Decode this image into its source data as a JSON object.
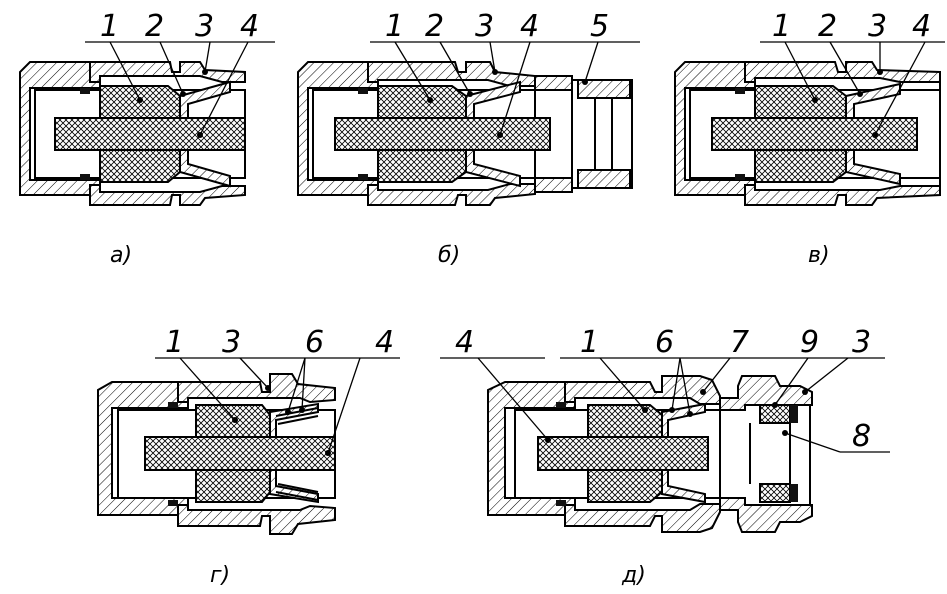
{
  "figures": [
    {
      "id": "a",
      "caption": "а)",
      "callouts": [
        "1",
        "2",
        "3",
        "4"
      ]
    },
    {
      "id": "b",
      "caption": "б)",
      "callouts": [
        "1",
        "2",
        "3",
        "4",
        "5"
      ]
    },
    {
      "id": "v",
      "caption": "в)",
      "callouts": [
        "1",
        "2",
        "3",
        "4"
      ]
    },
    {
      "id": "g",
      "caption": "г)",
      "callouts": [
        "1",
        "3",
        "6",
        "4"
      ]
    },
    {
      "id": "d",
      "caption": "д)",
      "callouts": [
        "4",
        "1",
        "6",
        "7",
        "9",
        "3",
        "8"
      ]
    }
  ]
}
